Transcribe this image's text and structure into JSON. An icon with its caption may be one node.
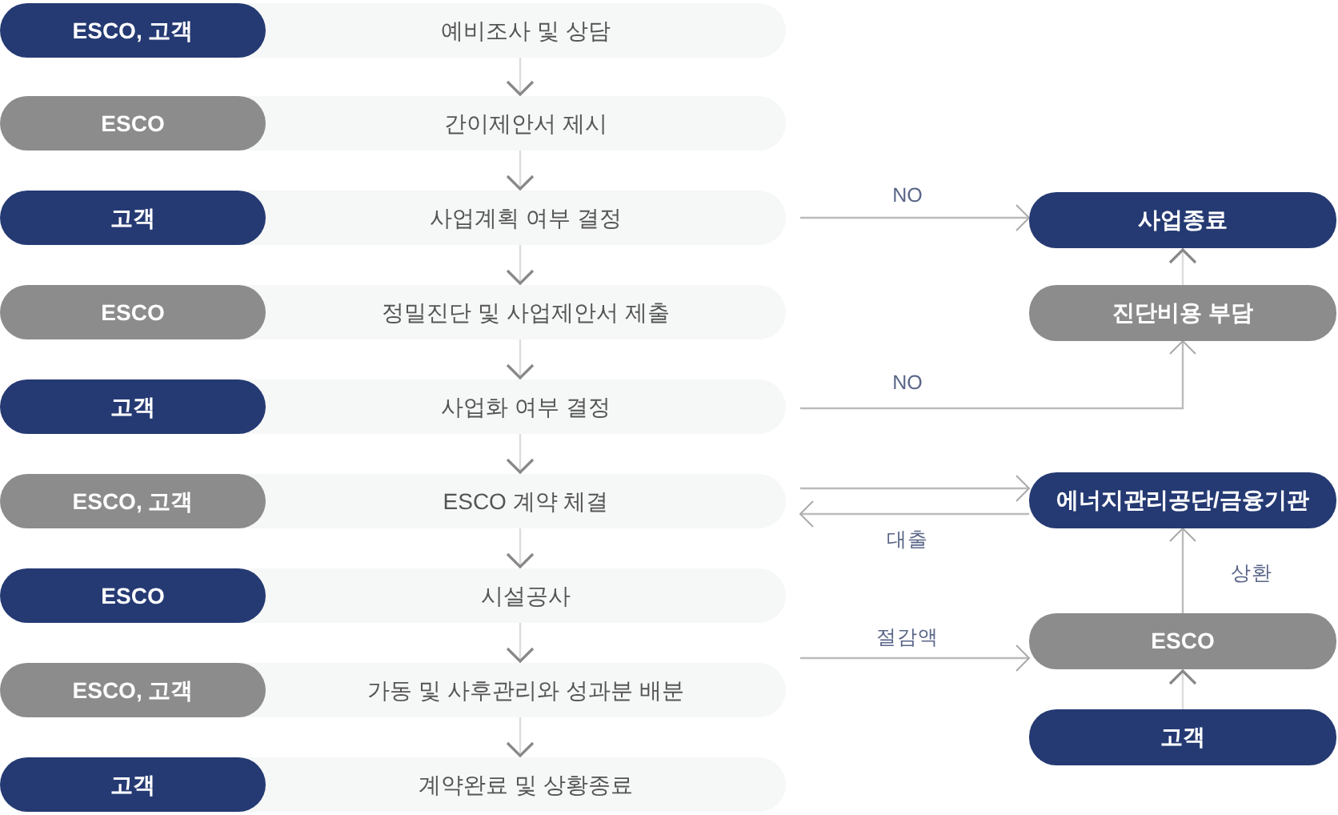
{
  "diagram": {
    "nodes": [
      {
        "text": [
          "예비조사 및 상담"
        ]
      },
      {
        "text": [
          "ESCO, 고객"
        ],
        "in": 0
      },
      {
        "text": [
          "간이제안서 제시"
        ]
      },
      {
        "text": [
          "ESCO"
        ],
        "in": 2
      },
      {
        "text": [
          "사업계획 여부 결정"
        ]
      },
      {
        "text": [
          "고객"
        ],
        "in": 4
      },
      {
        "text": [
          "정밀진단 및 사업제안서 제출"
        ]
      },
      {
        "text": [
          "ESCO"
        ],
        "in": 6
      },
      {
        "text": [
          "사업화 여부 결정"
        ]
      },
      {
        "text": [
          "고객"
        ],
        "in": 8
      },
      {
        "text": [
          "ESCO 계약 체결"
        ]
      },
      {
        "text": [
          "ESCO, 고객"
        ],
        "in": 10
      },
      {
        "text": [
          "시설공사"
        ]
      },
      {
        "text": [
          "ESCO"
        ],
        "in": 12
      },
      {
        "text": [
          "가동 및 사후관리와 성과분 배분"
        ]
      },
      {
        "text": [
          "ESCO, 고객"
        ],
        "in": 14
      },
      {
        "text": [
          "계약완료 및 상황종료"
        ]
      },
      {
        "text": [
          "고객"
        ],
        "in": 16
      },
      {
        "text": [
          "사업종료"
        ]
      },
      {
        "text": [
          "진단비용 부담"
        ]
      },
      {
        "text": [
          "에너지관리공단/금융기관"
        ]
      },
      {
        "text": [
          "ESCO"
        ]
      },
      {
        "text": [
          "고객"
        ]
      }
    ],
    "edges": [
      {
        "from": 0,
        "to": 2,
        "arrow": "to"
      },
      {
        "from": 2,
        "to": 4,
        "arrow": "to"
      },
      {
        "from": 4,
        "to": 6,
        "arrow": "to"
      },
      {
        "from": 6,
        "to": 8,
        "arrow": "to"
      },
      {
        "from": 8,
        "to": 10,
        "arrow": "to"
      },
      {
        "from": 10,
        "to": 12,
        "arrow": "to"
      },
      {
        "from": 12,
        "to": 14,
        "arrow": "to"
      },
      {
        "from": 14,
        "to": 16,
        "arrow": "to"
      },
      {
        "from": 4,
        "to": 18,
        "arrow": "to",
        "label": "NO"
      },
      {
        "from": 19,
        "to": 18,
        "arrow": "to"
      },
      {
        "from": 8,
        "to": 19,
        "arrow": "to",
        "label": "NO"
      },
      {
        "from": 10,
        "to": 20,
        "arrow": "to"
      },
      {
        "from": 20,
        "to": 10,
        "arrow": "to",
        "label": "대출"
      },
      {
        "from": 21,
        "to": 20,
        "arrow": "to",
        "label": "상환"
      },
      {
        "from": 22,
        "to": 21,
        "arrow": "to"
      },
      {
        "from": 14,
        "to": 21,
        "arrow": "to",
        "label": "절감액"
      }
    ]
  }
}
